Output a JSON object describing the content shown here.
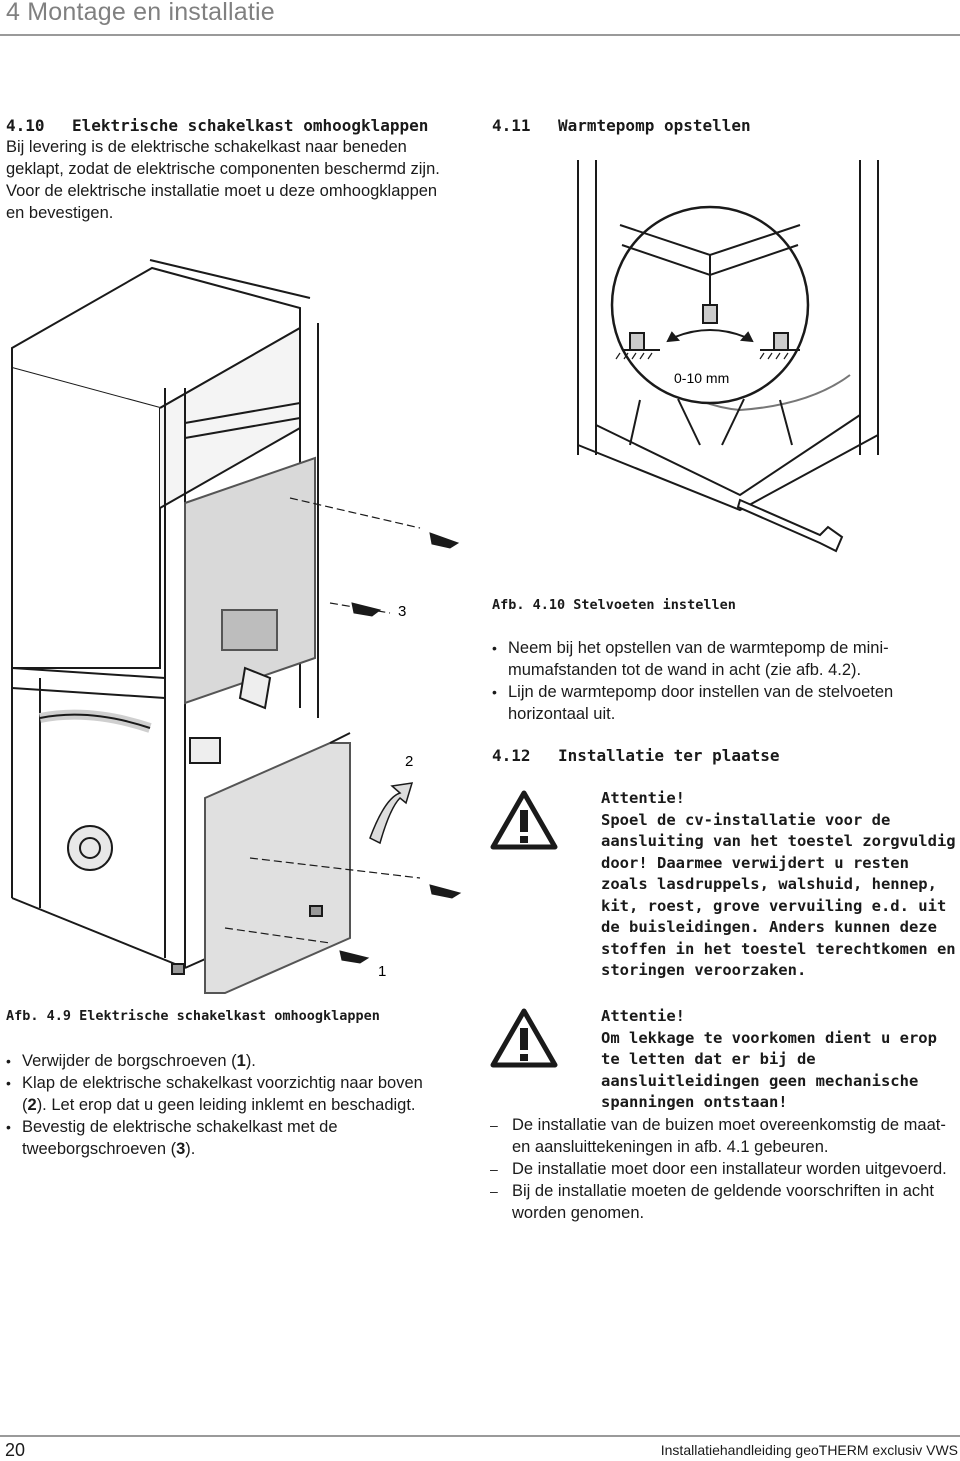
{
  "header": {
    "title": "4 Montage en installatie"
  },
  "left": {
    "section_410": {
      "number": "4.10",
      "title": "Elektrische schakelkast omhoogklappen",
      "body": "Bij levering is de elektrische schakelkast naar beneden geklapt, zodat de elektrische componenten beschermd zijn. Voor de elektrische installatie moet u deze om­hoogklappen en bevestigen."
    },
    "figure_49": {
      "labels": [
        "3",
        "2",
        "1"
      ],
      "caption": "Afb. 4.9 Elektrische schakelkast omhoogklappen"
    },
    "steps": [
      {
        "pre": "Verwijder de borgschroeven (",
        "ref": "1",
        "post": ")."
      },
      {
        "pre": "Klap de elektrische schakelkast voorzichtig naar boven (",
        "ref": "2",
        "post": "). Let erop dat u geen leiding inklemt en beschadigt."
      },
      {
        "pre": "Bevestig de elektrische schakelkast met de tweeborgschroeven (",
        "ref": "3",
        "post": ")."
      }
    ]
  },
  "right": {
    "section_411": {
      "number": "4.11",
      "title": "Warmtepomp opstellen"
    },
    "figure_410": {
      "dimension_label": "0-10 mm",
      "caption": "Afb. 4.10 Stelvoeten instellen"
    },
    "bullets_411": [
      "Neem bij het opstellen van de warmtepomp de mini­mumafstanden tot de wand in acht (zie afb. 4.2).",
      "Lijn de warmtepomp door instellen van de stelvoeten horizontaal uit."
    ],
    "section_412": {
      "number": "4.12",
      "title": "Installatie ter plaatse"
    },
    "warning1": {
      "heading": "Attentie!",
      "text": "Spoel de cv-installatie voor de aanslui­ting van het toestel zorgvuldig door! Daarmee verwijdert u resten zoals las­druppels, walshuid, hennep, kit, roest, grove vervuiling e.d. uit de buisleidingen. Anders kunnen deze stoffen in het toe­stel terechtkomen en storingen veroorzaken."
    },
    "warning2": {
      "heading": "Attentie!",
      "text": "Om lekkage te voorkomen dient u erop te letten dat er bij de aansluitleidingen geen mechanische spanningen ontstaan!"
    },
    "dash_items": [
      "De installatie van de buizen moet overeenkomstig de maat- en aansluittekeningen in afb. 4.1 gebeuren.",
      "De installatie moet door een installateur worden uitgevoerd.",
      "Bij de installatie moeten de geldende voorschriften in acht worden genomen."
    ]
  },
  "footer": {
    "page_number": "20",
    "doc_title": "Installatiehandleiding geoTHERM exclusiv VWS"
  }
}
